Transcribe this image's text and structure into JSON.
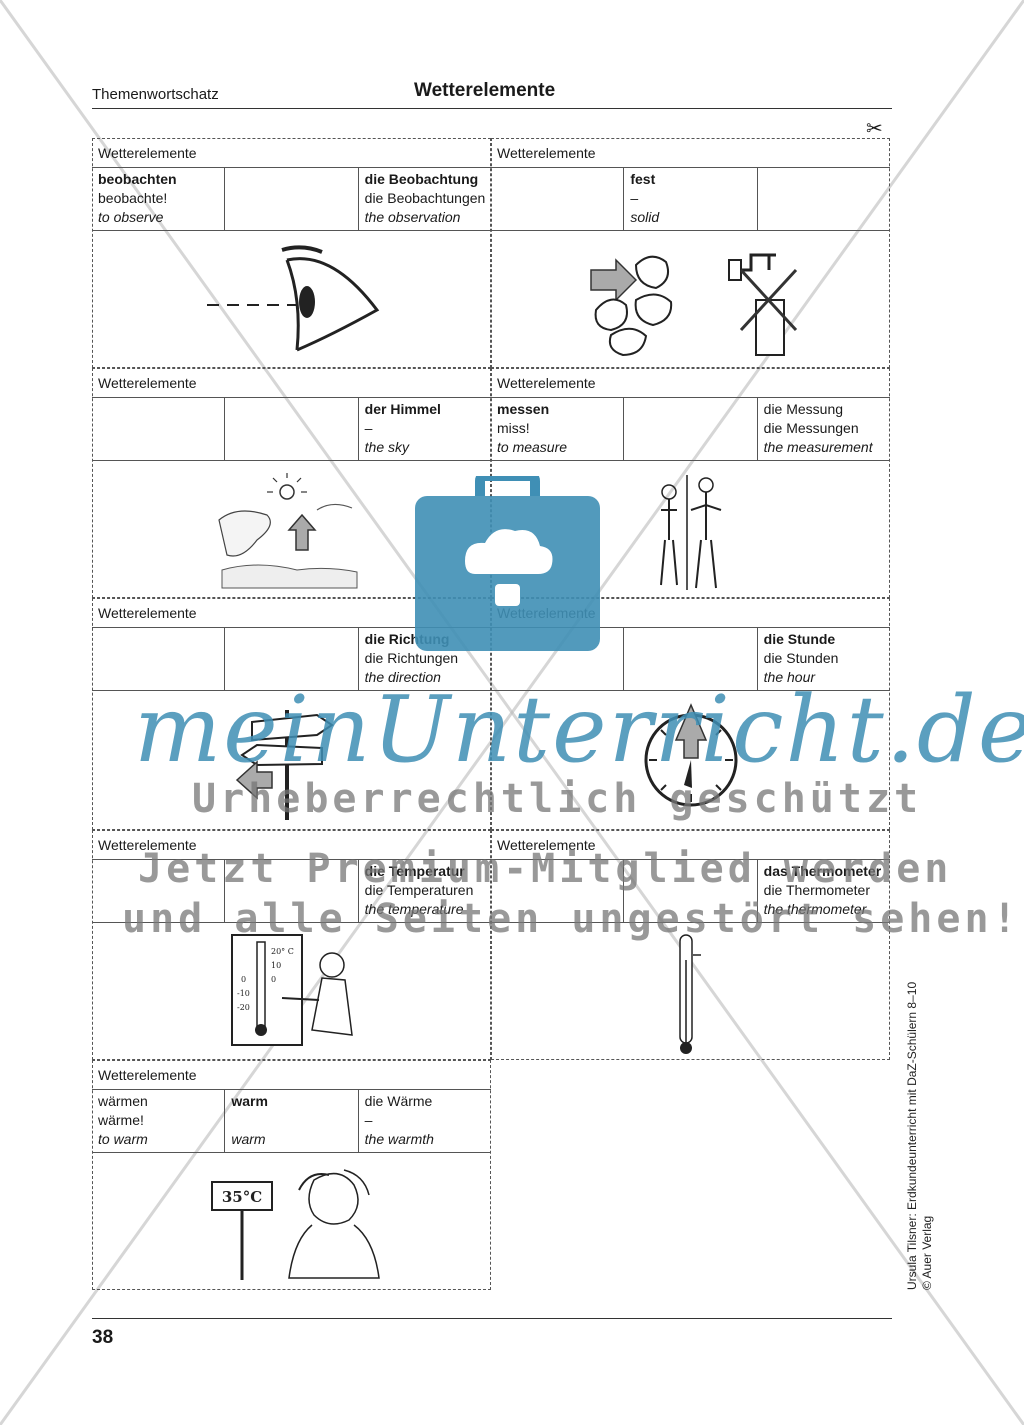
{
  "header": {
    "section_label": "Themenwortschatz",
    "title": "Wetterelemente"
  },
  "cards": [
    {
      "category": "Wetterelemente",
      "cells": [
        [
          "beobachten",
          "beobachte!",
          "to observe"
        ],
        [
          "",
          "",
          ""
        ],
        [
          "die Beobachtung",
          "die Beobachtungen",
          "the observation"
        ]
      ]
    },
    {
      "category": "Wetterelemente",
      "cells": [
        [
          "",
          "",
          ""
        ],
        [
          "fest",
          "–",
          "solid"
        ],
        [
          "",
          "",
          ""
        ]
      ]
    },
    {
      "category": "Wetterelemente",
      "cells": [
        [
          "",
          "",
          ""
        ],
        [
          "",
          "",
          ""
        ],
        [
          "der Himmel",
          "–",
          "the sky"
        ]
      ]
    },
    {
      "category": "Wetterelemente",
      "cells": [
        [
          "messen",
          "miss!",
          "to measure"
        ],
        [
          "",
          "",
          ""
        ],
        [
          "",
          "die Messung\ndie Messungen",
          "the measurement"
        ]
      ]
    },
    {
      "category": "Wetterelemente",
      "cells": [
        [
          "",
          "",
          ""
        ],
        [
          "",
          "",
          ""
        ],
        [
          "die Richtung",
          "die Richtungen",
          "the direction"
        ]
      ]
    },
    {
      "category": "Wetterelemente",
      "cells": [
        [
          "",
          "",
          ""
        ],
        [
          "",
          "",
          ""
        ],
        [
          "die Stunde",
          "die Stunden",
          "the hour"
        ]
      ]
    },
    {
      "category": "Wetterelemente",
      "cells": [
        [
          "",
          "",
          ""
        ],
        [
          "",
          "",
          ""
        ],
        [
          "die Temperatur",
          "die Temperaturen",
          "the temperature"
        ]
      ]
    },
    {
      "category": "Wetterelemente",
      "cells": [
        [
          "",
          "",
          ""
        ],
        [
          "",
          "",
          ""
        ],
        [
          "das Thermometer",
          "die Thermometer",
          "the thermometer"
        ]
      ]
    },
    {
      "category": "Wetterelemente",
      "cells": [
        [
          "",
          "wärmen\nwärme!",
          "to warm"
        ],
        [
          "warm",
          "",
          "warm"
        ],
        [
          "",
          "die Wärme\n–",
          "the warmth"
        ]
      ]
    }
  ],
  "illustrations": {
    "thermometer_scale": [
      "20° C",
      "10",
      "0",
      "0",
      "-10",
      "-20"
    ],
    "sign_temperature": "35°C"
  },
  "watermark": {
    "brand": "meinUnterricht.de",
    "line1": "Urheberrechtlich geschützt",
    "line2": "Jetzt Premium-Mitglied werden",
    "line3": "und alle Seiten ungestört sehen!"
  },
  "footer": {
    "page_number": "38",
    "credit_line1": "Ursula Tilsner: Erdkundeunterricht mit DaZ-Schülern 8–10",
    "credit_line2": "© Auer Verlag"
  },
  "colors": {
    "watermark_blue": "#3f8fb5",
    "watermark_gray": "#777777",
    "line": "#555555"
  }
}
